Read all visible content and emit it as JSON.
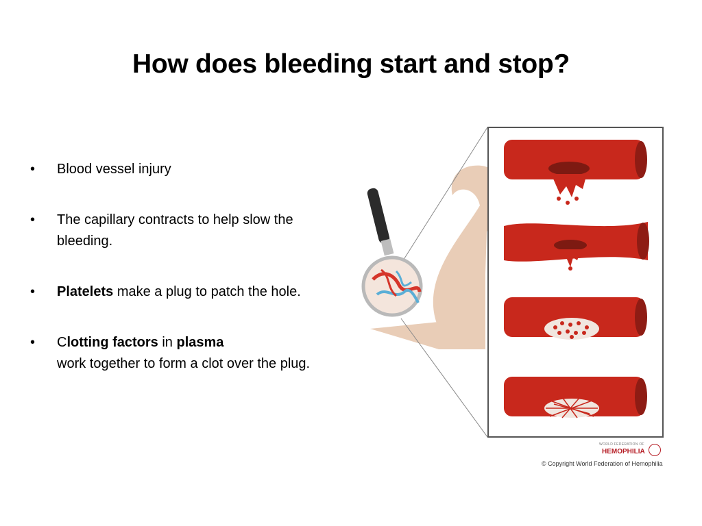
{
  "slide": {
    "title": "How does bleeding start and stop?",
    "bullets": [
      {
        "parts": [
          {
            "text": "Blood vessel injury",
            "bold": false
          }
        ]
      },
      {
        "parts": [
          {
            "text": "The capillary contracts to help slow the bleeding.",
            "bold": false
          }
        ]
      },
      {
        "parts": [
          {
            "text": "Platelets",
            "bold": true
          },
          {
            "text": " make a plug to patch the hole.",
            "bold": false
          }
        ]
      },
      {
        "parts": [
          {
            "text": "C",
            "bold": false
          },
          {
            "text": "lotting factors",
            "bold": true
          },
          {
            "text": " in ",
            "bold": false
          },
          {
            "text": "plasma",
            "bold": true
          },
          {
            "text": " work together to form a clot over the plug.",
            "bold": false
          }
        ]
      }
    ],
    "bullet_glyph": "•"
  },
  "logo": {
    "small_text": "WORLD FEDERATION OF",
    "big_text": "HEMOPHILIA"
  },
  "copyright": "© Copyright World Federation of Hemophilia",
  "colors": {
    "vessel": "#c8281c",
    "vessel_dark": "#8e1c14",
    "skin": "#e9cdb7",
    "blue_vein": "#5aaed6",
    "panel_border": "#555555",
    "logo_red": "#b51c24"
  },
  "icons": [
    "magnifying-glass-icon",
    "person-silhouette",
    "blood-vessel-icon"
  ]
}
